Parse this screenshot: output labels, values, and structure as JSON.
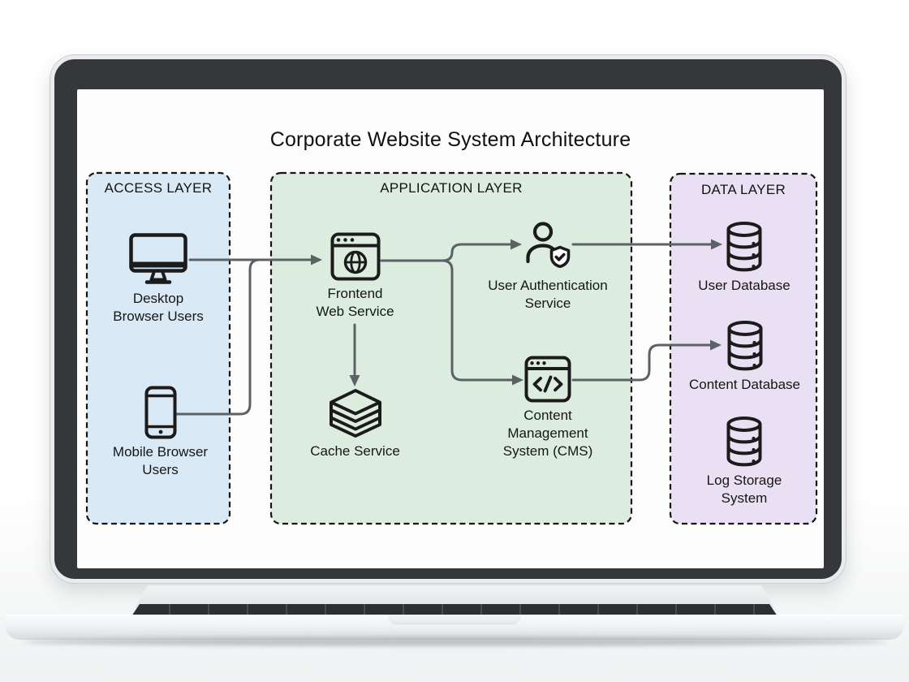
{
  "title": "Corporate Website System Architecture",
  "colors": {
    "access_fill": "#d9e9f6",
    "application_fill": "#dcecdf",
    "data_fill": "#e9e1f3",
    "panel_border": "#151515",
    "arrow": "#5c6165",
    "icon_stroke": "#1b1b1b",
    "bezel": "#35373a",
    "laptop_body": "#eceef0"
  },
  "layers": {
    "access": {
      "label": "ACCESS LAYER"
    },
    "application": {
      "label": "APPLICATION LAYER"
    },
    "data": {
      "label": "DATA LAYER"
    }
  },
  "nodes": {
    "desktop": {
      "icon": "desktop-monitor-icon",
      "lines": [
        "Desktop",
        "Browser Users"
      ]
    },
    "mobile": {
      "icon": "smartphone-icon",
      "lines": [
        "Mobile Browser",
        "Users"
      ]
    },
    "frontend": {
      "icon": "browser-globe-icon",
      "lines": [
        "Frontend",
        "Web Service"
      ]
    },
    "cache": {
      "icon": "cache-stack-icon",
      "lines": [
        "Cache Service"
      ]
    },
    "auth": {
      "icon": "user-shield-check-icon",
      "lines": [
        "User Authentication",
        "Service"
      ]
    },
    "cms": {
      "icon": "browser-code-icon",
      "lines": [
        "Content",
        "Management",
        "System (CMS)"
      ]
    },
    "user_db": {
      "icon": "database-icon",
      "lines": [
        "User Database"
      ]
    },
    "content_db": {
      "icon": "database-icon",
      "lines": [
        "Content Database"
      ]
    },
    "log_db": {
      "icon": "database-icon",
      "lines": [
        "Log Storage",
        "System"
      ]
    }
  },
  "edges": [
    {
      "from": "desktop",
      "to": "frontend"
    },
    {
      "from": "mobile",
      "to": "frontend"
    },
    {
      "from": "frontend",
      "to": "auth"
    },
    {
      "from": "frontend",
      "to": "cms"
    },
    {
      "from": "frontend",
      "to": "cache"
    },
    {
      "from": "auth",
      "to": "user_db"
    },
    {
      "from": "cms",
      "to": "content_db"
    }
  ]
}
